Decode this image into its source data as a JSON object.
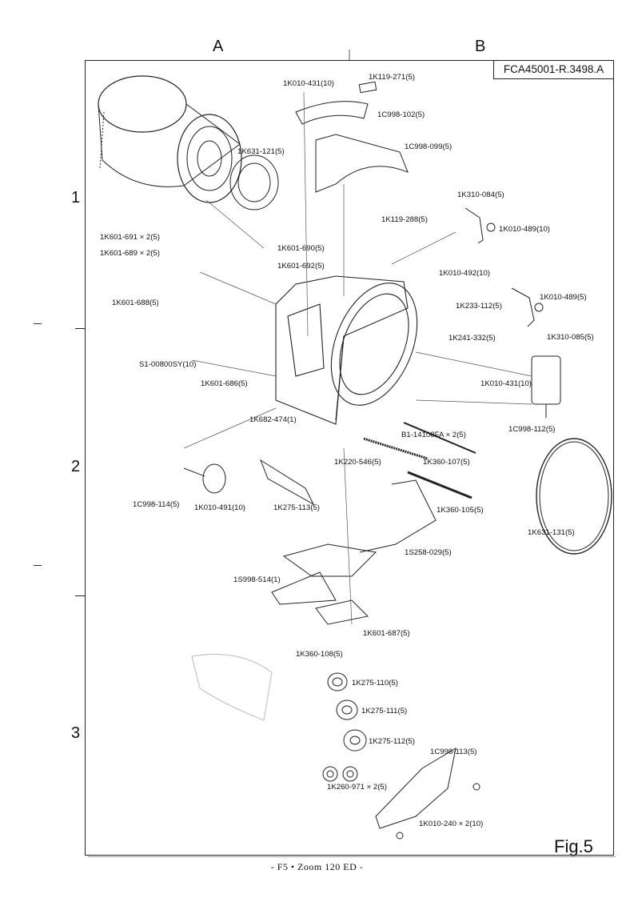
{
  "columns": [
    "A",
    "B"
  ],
  "rows": [
    "1",
    "2",
    "3"
  ],
  "reference_code": "FCA45001-R.3498.A",
  "figure_label": "Fig.5",
  "footer": "- F5 • Zoom 120 ED -",
  "parts": [
    "1K010-431(10)",
    "1K119-271(5)",
    "1C998-102(5)",
    "1K631-121(5)",
    "1C998-099(5)",
    "1K310-084(5)",
    "1K119-288(5)",
    "1K010-489(10)",
    "1K601-691 × 2(5)",
    "1K601-690(5)",
    "1K601-689 × 2(5)",
    "1K601-692(5)",
    "1K010-492(10)",
    "1K601-688(5)",
    "1K233-112(5)",
    "1K010-489(5)",
    "1K241-332(5)",
    "1K310-085(5)",
    "S1-00800SY(10)",
    "1K601-686(5)",
    "1K010-431(10)",
    "1K682-474(1)",
    "B1-14108FA × 2(5)",
    "1C998-112(5)",
    "1K220-546(5)",
    "1K360-107(5)",
    "1C998-114(5)",
    "1K010-491(10)",
    "1K275-113(5)",
    "1K360-105(5)",
    "1K631-131(5)",
    "1S258-029(5)",
    "1S998-514(1)",
    "1K601-687(5)",
    "1K360-108(5)",
    "1K275-110(5)",
    "1K275-111(5)",
    "1K275-112(5)",
    "1C998-113(5)",
    "1K260-971 × 2(5)",
    "1K010-240 × 2(10)"
  ]
}
